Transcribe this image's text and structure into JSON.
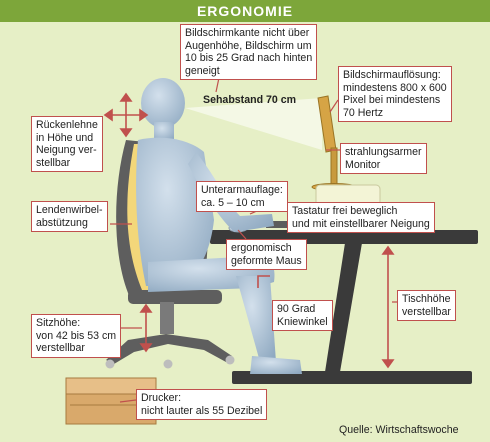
{
  "title": "ERGONOMIE",
  "labels": {
    "bildschirmkante": [
      "Bildschirmkante nicht über",
      "Augenhöhe, Bildschirm um",
      "10 bis 25 Grad nach hinten",
      "geneigt"
    ],
    "aufloesung": [
      "Bildschirmauflösung:",
      "mindestens 800 x 600",
      "Pixel bei mindestens",
      "70 Hertz"
    ],
    "sehabstand": "Sehabstand 70 cm",
    "ruecken": [
      "Rückenlehne",
      "in Höhe und",
      "Neigung ver-",
      "stellbar"
    ],
    "monitor": [
      "strahlungsarmer",
      "Monitor"
    ],
    "unterarm": [
      "Unterarmauflage:",
      "ca. 5 – 10 cm"
    ],
    "tastatur": [
      "Tastatur frei beweglich",
      "und mit einstellbarer Neigung"
    ],
    "lenden": [
      "Lendenwirbel-",
      "abstützung"
    ],
    "maus": [
      "ergonomisch",
      "geformte Maus"
    ],
    "knie": [
      "90 Grad",
      "Kniewinkel"
    ],
    "tischhoehe": [
      "Tischhöhe",
      "verstellbar"
    ],
    "sitz": [
      "Sitzhöhe:",
      "von 42 bis 53 cm",
      "verstellbar"
    ],
    "drucker": [
      "Drucker:",
      "nicht lauter als 55 Dezibel"
    ],
    "quelle": "Quelle: Wirtschaftswoche"
  },
  "colors": {
    "header": "#7da63a",
    "background": "#e6efc6",
    "label_border": "#c0504d",
    "chair": "#5e5e5e",
    "figure": "#a9bfd3",
    "desk": "#3a3a3a",
    "printer": "#d9a96b"
  }
}
